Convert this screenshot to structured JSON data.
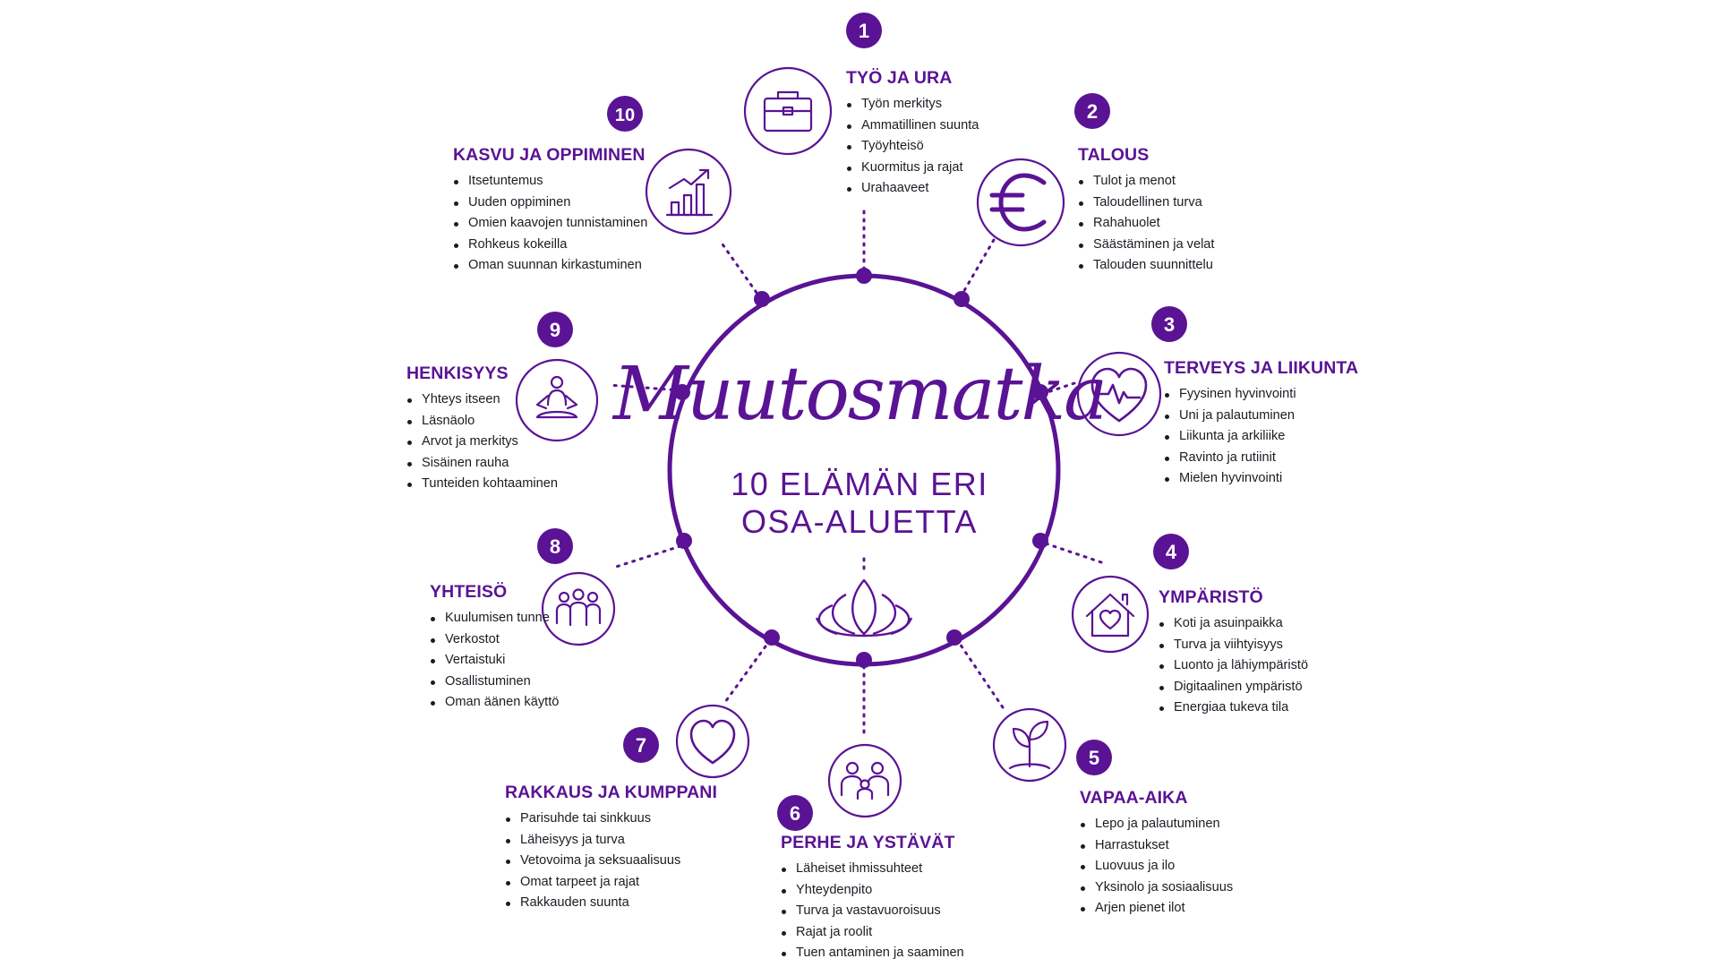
{
  "center": {
    "title": "Muutosmatka",
    "subtitle_line1": "10 ELÄMÄN ERI",
    "subtitle_line2": "OSA-ALUETTA"
  },
  "colors": {
    "accent": "#5a1394",
    "text": "#1e1a24",
    "background": "#ffffff"
  },
  "areas": [
    {
      "number": "1",
      "icon": "briefcase-icon",
      "title": "TYÖ JA URA",
      "items": [
        "Työn merkitys",
        "Ammatillinen suunta",
        "Työyhteisö",
        "Kuormitus ja rajat",
        "Urahaaveet"
      ]
    },
    {
      "number": "2",
      "icon": "euro-icon",
      "title": "TALOUS",
      "items": [
        "Tulot ja menot",
        "Taloudellinen turva",
        "Rahahuolet",
        "Säästäminen ja velat",
        "Talouden suunnittelu"
      ]
    },
    {
      "number": "3",
      "icon": "heart-pulse-icon",
      "title": "TERVEYS JA LIIKUNTA",
      "items": [
        "Fyysinen hyvinvointi",
        "Uni ja palautuminen",
        "Liikunta ja arkiliike",
        "Ravinto ja rutiinit",
        "Mielen hyvinvointi"
      ]
    },
    {
      "number": "4",
      "icon": "house-heart-icon",
      "title": "YMPÄRISTÖ",
      "items": [
        "Koti ja asuinpaikka",
        "Turva ja viihtyisyys",
        "Luonto ja lähiympäristö",
        "Digitaalinen ympäristö",
        "Energiaa tukeva tila"
      ]
    },
    {
      "number": "5",
      "icon": "sprout-icon",
      "title": "VAPAA-AIKA",
      "items": [
        "Lepo ja palautuminen",
        "Harrastukset",
        "Luovuus ja ilo",
        "Yksinolo ja sosiaalisuus",
        "Arjen pienet ilot"
      ]
    },
    {
      "number": "6",
      "icon": "family-icon",
      "title": "PERHE JA YSTÄVÄT",
      "items": [
        "Läheiset ihmissuhteet",
        "Yhteydenpito",
        "Turva ja vastavuoroisuus",
        "Rajat ja roolit",
        "Tuen antaminen ja saaminen"
      ]
    },
    {
      "number": "7",
      "icon": "heart-icon",
      "title": "RAKKAUS JA KUMPPANI",
      "items": [
        "Parisuhde tai sinkkuus",
        "Läheisyys ja turva",
        "Vetovoima ja seksuaalisuus",
        "Omat tarpeet ja rajat",
        "Rakkauden suunta"
      ]
    },
    {
      "number": "8",
      "icon": "group-icon",
      "title": "YHTEISÖ",
      "items": [
        "Kuulumisen tunne",
        "Verkostot",
        "Vertaistuki",
        "Osallistuminen",
        "Oman äänen käyttö"
      ]
    },
    {
      "number": "9",
      "icon": "meditation-icon",
      "title": "HENKISYYS",
      "items": [
        "Yhteys itseen",
        "Läsnäolo",
        "Arvot ja merkitys",
        "Sisäinen rauha",
        "Tunteiden kohtaaminen"
      ]
    },
    {
      "number": "10",
      "icon": "growth-chart-icon",
      "title": "KASVU JA OPPIMINEN",
      "items": [
        "Itsetuntemus",
        "Uuden oppiminen",
        "Omien kaavojen tunnistaminen",
        "Rohkeus kokeilla",
        "Oman suunnan kirkastuminen"
      ]
    }
  ]
}
